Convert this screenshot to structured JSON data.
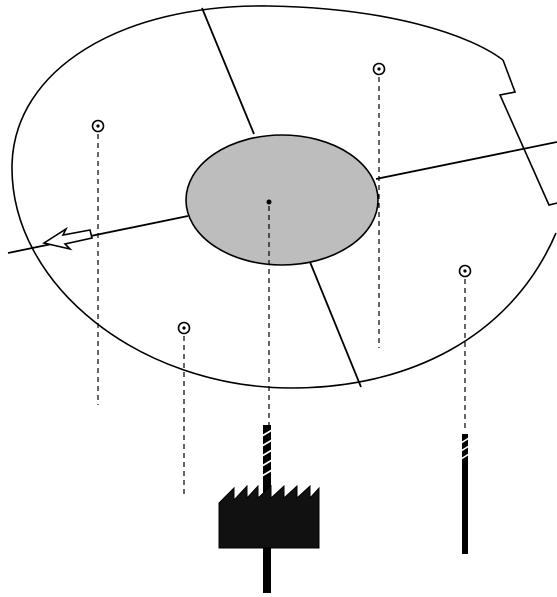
{
  "diagram": {
    "colors": {
      "background": "#ffffff",
      "outline": "#000000",
      "inner_zone_fill": "#bdbdbd",
      "factory_fill": "#111111"
    },
    "elements": {
      "outer_boundary": "outer-elliptical-area",
      "inner_zone": "central-shaded-zone",
      "direction_arrow": "flow-direction-arrow-icon",
      "factory": "factory-icon",
      "wells": [
        "observation-well",
        "observation-well",
        "observation-well",
        "observation-well"
      ],
      "pumping_well": "pumping-well",
      "center_well": "central-production-well"
    }
  }
}
